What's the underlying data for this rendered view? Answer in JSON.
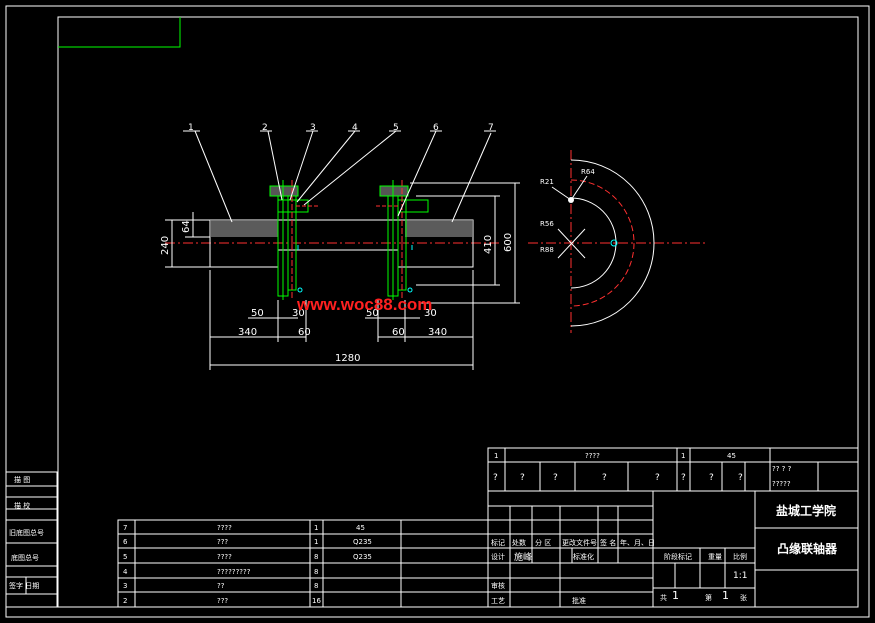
{
  "watermark": "www.woc88.com",
  "drawing": {
    "part_numbers": [
      "1",
      "2",
      "3",
      "4",
      "5",
      "6",
      "7"
    ],
    "dimensions": {
      "d50_left": "50",
      "d30_left": "30",
      "d340_left": "340",
      "d60_left": "60",
      "d50_right": "50",
      "d30_right": "30",
      "d60_right": "60",
      "d340_right": "340",
      "d1280": "1280",
      "d240": "240",
      "d64": "64",
      "d410": "410",
      "d600": "600"
    },
    "radii": {
      "r21": "R21",
      "r64": "R64",
      "r56": "R56",
      "r88": "R88"
    }
  },
  "left_block": {
    "rows": [
      "描 图",
      "描 校",
      "旧底图总号",
      "底图总号",
      "签字   日期"
    ]
  },
  "bom": {
    "rows": [
      {
        "no": "7",
        "name": "????",
        "qty": "1",
        "material": "45"
      },
      {
        "no": "6",
        "name": "???",
        "qty": "1",
        "material": "Q235"
      },
      {
        "no": "5",
        "name": "????",
        "qty": "8",
        "material": "Q235"
      },
      {
        "no": "4",
        "name": "?????????",
        "qty": "8",
        "material": ""
      },
      {
        "no": "3",
        "name": "??",
        "qty": "8",
        "material": ""
      },
      {
        "no": "2",
        "name": "???",
        "qty": "16",
        "material": ""
      }
    ]
  },
  "title_block": {
    "top_row": {
      "c1": "1",
      "c2": "????",
      "c3": "1",
      "c4": "45"
    },
    "second_row": {
      "c1": "?",
      "c2": "?",
      "c3": "?",
      "c4": "?",
      "c5": "?",
      "c6": "?",
      "c7": "?",
      "c8": "?"
    },
    "side_small": {
      "a": "??  ?  ?",
      "b": "?????"
    },
    "school": "盐城工学院",
    "part_name": "凸缘联轴器",
    "revision_header": [
      "标记",
      "处数",
      "分  区",
      "更改文件号",
      "签  名",
      "年、月、日"
    ],
    "design_row": {
      "label": "设计",
      "name": "施峰",
      "std": "标准化"
    },
    "review_label": "审核",
    "process_label": "工艺",
    "approve_label": "批准",
    "stage_header": [
      "阶段标记",
      "重量",
      "比例"
    ],
    "scale": "1:1",
    "sheets": {
      "total_label": "共",
      "total": "1",
      "sheet_label": "第",
      "sheet": "1",
      "page_label": "张"
    }
  }
}
